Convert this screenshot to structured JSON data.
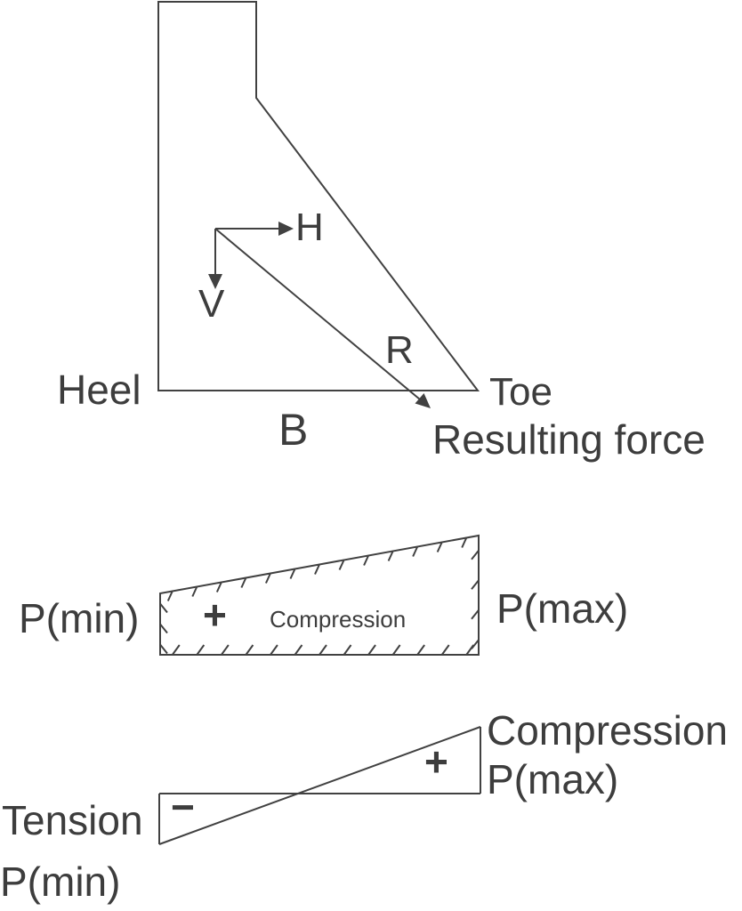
{
  "colors": {
    "background": "#ffffff",
    "line": "#414141",
    "text": "#3d3d3d"
  },
  "dam_figure": {
    "heel": "Heel",
    "toe": "Toe",
    "base": "B",
    "force_h": "H",
    "force_v": "V",
    "force_r": "R",
    "resultant_caption": "Resulting force"
  },
  "compression_figure": {
    "p_min": "P(min)",
    "p_max": "P(max)",
    "plus_sign": "+",
    "zone": "Compression"
  },
  "tension_figure": {
    "tension": "Tension",
    "p_min": "P(min)",
    "minus_sign": "−",
    "compression": "Compression",
    "p_max": "P(max)",
    "plus_sign": "+"
  }
}
